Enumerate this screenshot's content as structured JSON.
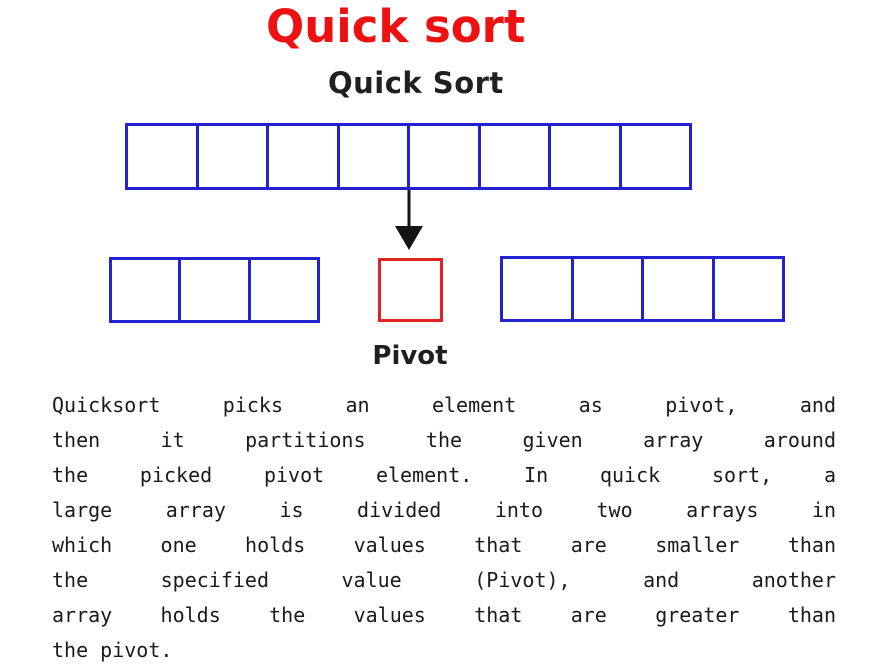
{
  "colors": {
    "background": "#ffffff",
    "title_red": "#ee1111",
    "array_border": "#2222d0",
    "pivot_border": "#e02222",
    "arrow_black": "#141414",
    "text_dark": "#1f1f1f",
    "paragraph_text": "#1a1a1a"
  },
  "header": {
    "title": "Quick sort",
    "subtitle": "Quick Sort"
  },
  "diagram": {
    "top_array": {
      "cell_count": 8
    },
    "arrow": {
      "icon": "down-arrow",
      "direction": "down"
    },
    "left_partition": {
      "cell_count": 3
    },
    "pivot_cell": {
      "cell_count": 1
    },
    "right_partition": {
      "cell_count": 4
    },
    "pivot_label": "Pivot"
  },
  "paragraph": {
    "lines": [
      "Quicksort picks an element as pivot, and",
      "then it partitions the given array around",
      "the picked pivot element. In quick sort, a",
      "large array is divided into two arrays in",
      "which one holds values that are smaller than",
      "the specified value (Pivot), and another",
      "array holds the values that are greater than",
      "the pivot."
    ]
  }
}
